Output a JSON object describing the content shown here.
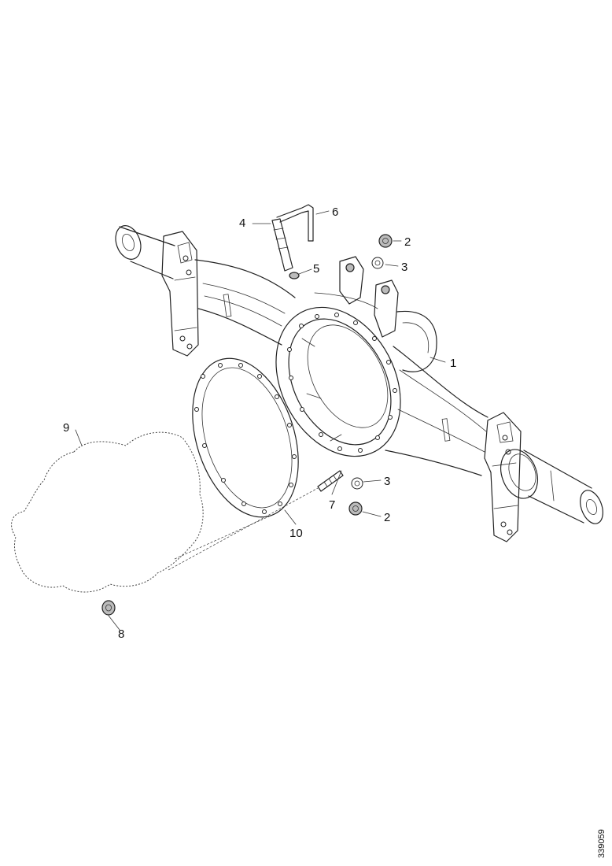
{
  "callouts": {
    "c1": "1",
    "c2a": "2",
    "c2b": "2",
    "c3a": "3",
    "c3b": "3",
    "c4": "4",
    "c5": "5",
    "c6": "6",
    "c7": "7",
    "c8": "8",
    "c9": "9",
    "c10": "10"
  },
  "reference_number": "339059"
}
